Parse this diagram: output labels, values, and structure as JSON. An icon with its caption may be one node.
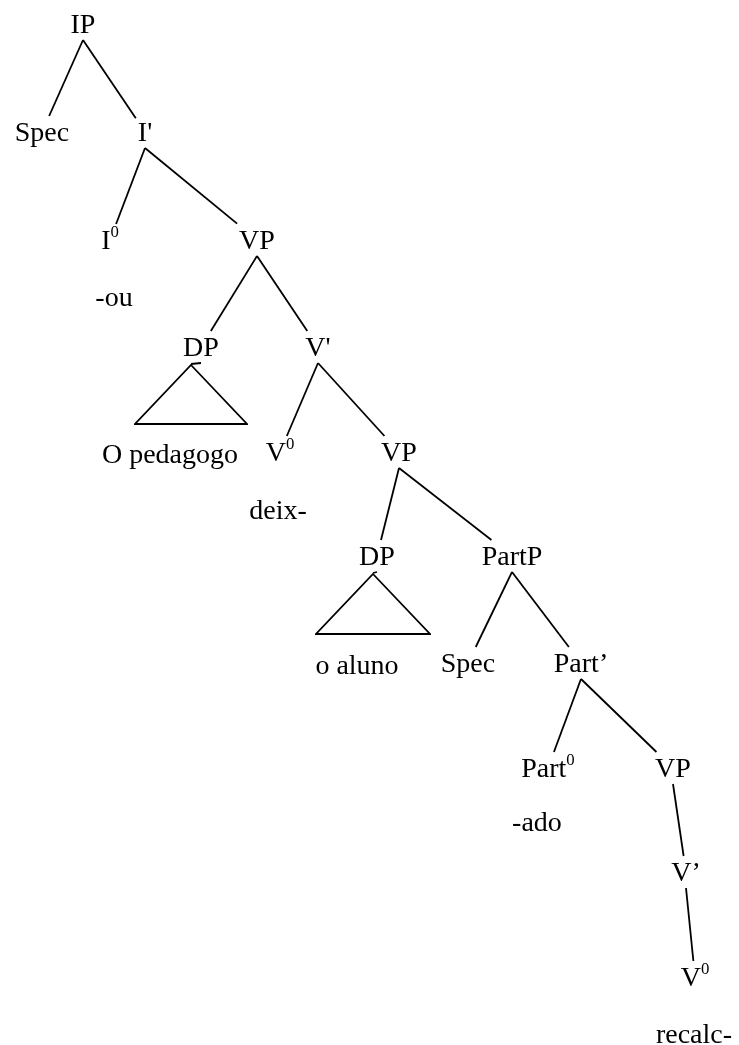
{
  "diagram": {
    "nodes": [
      {
        "text": [
          "IP"
        ]
      },
      {
        "text": [
          "Spec"
        ]
      },
      {
        "text": [
          "I'"
        ]
      },
      {
        "text": [
          "I$^{0}$"
        ],
        "beside": [
          "-ou"
        ]
      },
      {
        "text": [
          "VP"
        ]
      },
      {
        "text": [
          "DP"
        ]
      },
      {
        "text": [
          "O pedagogo"
        ]
      },
      {
        "text": [
          "V'"
        ]
      },
      {
        "text": [
          "V$^{0}$"
        ],
        "beside": [
          "deix-"
        ]
      },
      {
        "text": [
          "VP"
        ]
      },
      {
        "text": [
          "DP"
        ]
      },
      {
        "text": [
          "o aluno"
        ]
      },
      {
        "text": [
          "PartP"
        ]
      },
      {
        "text": [
          "Spec"
        ]
      },
      {
        "text": [
          "Part’"
        ]
      },
      {
        "text": [
          "Part$^{0}$"
        ],
        "beside": [
          "-ado"
        ]
      },
      {
        "text": [
          "VP"
        ]
      },
      {
        "text": [
          "V’"
        ]
      },
      {
        "text": [
          "V$^{0}$"
        ],
        "beside": [
          "recalc-"
        ]
      }
    ],
    "edges": [
      {
        "from": 0,
        "to": 1,
        "arrow": "none"
      },
      {
        "from": 0,
        "to": 2,
        "arrow": "none"
      },
      {
        "from": 2,
        "to": 3,
        "arrow": "none"
      },
      {
        "from": 2,
        "to": 4,
        "arrow": "none"
      },
      {
        "from": 4,
        "to": 5,
        "arrow": "none"
      },
      {
        "from": 4,
        "to": 7,
        "arrow": "none"
      },
      {
        "from": 5,
        "to": 6,
        "arrow": "none"
      },
      {
        "from": 7,
        "to": 8,
        "arrow": "none"
      },
      {
        "from": 7,
        "to": 9,
        "arrow": "none"
      },
      {
        "from": 9,
        "to": 10,
        "arrow": "none"
      },
      {
        "from": 9,
        "to": 12,
        "arrow": "none"
      },
      {
        "from": 10,
        "to": 11,
        "arrow": "none"
      },
      {
        "from": 12,
        "to": 13,
        "arrow": "none"
      },
      {
        "from": 12,
        "to": 14,
        "arrow": "none"
      },
      {
        "from": 14,
        "to": 15,
        "arrow": "none"
      },
      {
        "from": 14,
        "to": 16,
        "arrow": "none"
      },
      {
        "from": 16,
        "to": 17,
        "arrow": "none"
      },
      {
        "from": 17,
        "to": 18,
        "arrow": "none"
      }
    ]
  }
}
